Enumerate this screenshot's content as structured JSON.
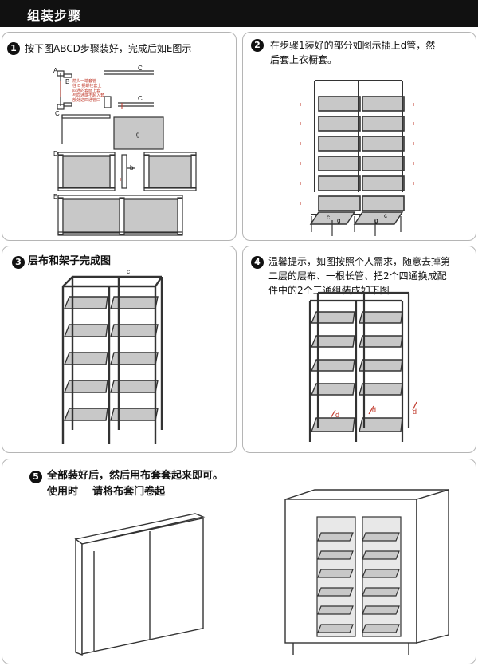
{
  "header": {
    "title": "组装步骤"
  },
  "steps": [
    {
      "num": "1",
      "text": "按下图ABCD步骤装好，完成后如E图示"
    },
    {
      "num": "2",
      "line1": "在步骤1装好的部分如图示插上d管，然",
      "line2": "后套上衣橱套。"
    },
    {
      "num": "3",
      "text": "层布和架子完成图"
    },
    {
      "num": "4",
      "line1": "温馨提示，如图按照个人需求，随意去掉第",
      "line2": "二层的层布、一根长管、把2个四通换成配",
      "line3": "件中的2个三通组装成如下图"
    },
    {
      "num": "5",
      "line1": "全部装好后，然后用布套套起来即可。",
      "line2": "使用时    请将布套门卷起"
    }
  ],
  "diagram_labels": {
    "A": "A",
    "B": "B",
    "C": "C",
    "D": "D",
    "E": "E",
    "b": "b",
    "c": "c",
    "d": "d",
    "g": "g",
    "a": "a",
    "note": [
      "箭头一端套管",
      "往 D 把螺栓套上",
      "四通的套面上套",
      "与四通端不超入套",
      "部处这四通管口"
    ]
  },
  "colors": {
    "frame": "#333333",
    "shelf": "#c8c8c8",
    "accent": "#c0392b",
    "header": "#111111"
  }
}
